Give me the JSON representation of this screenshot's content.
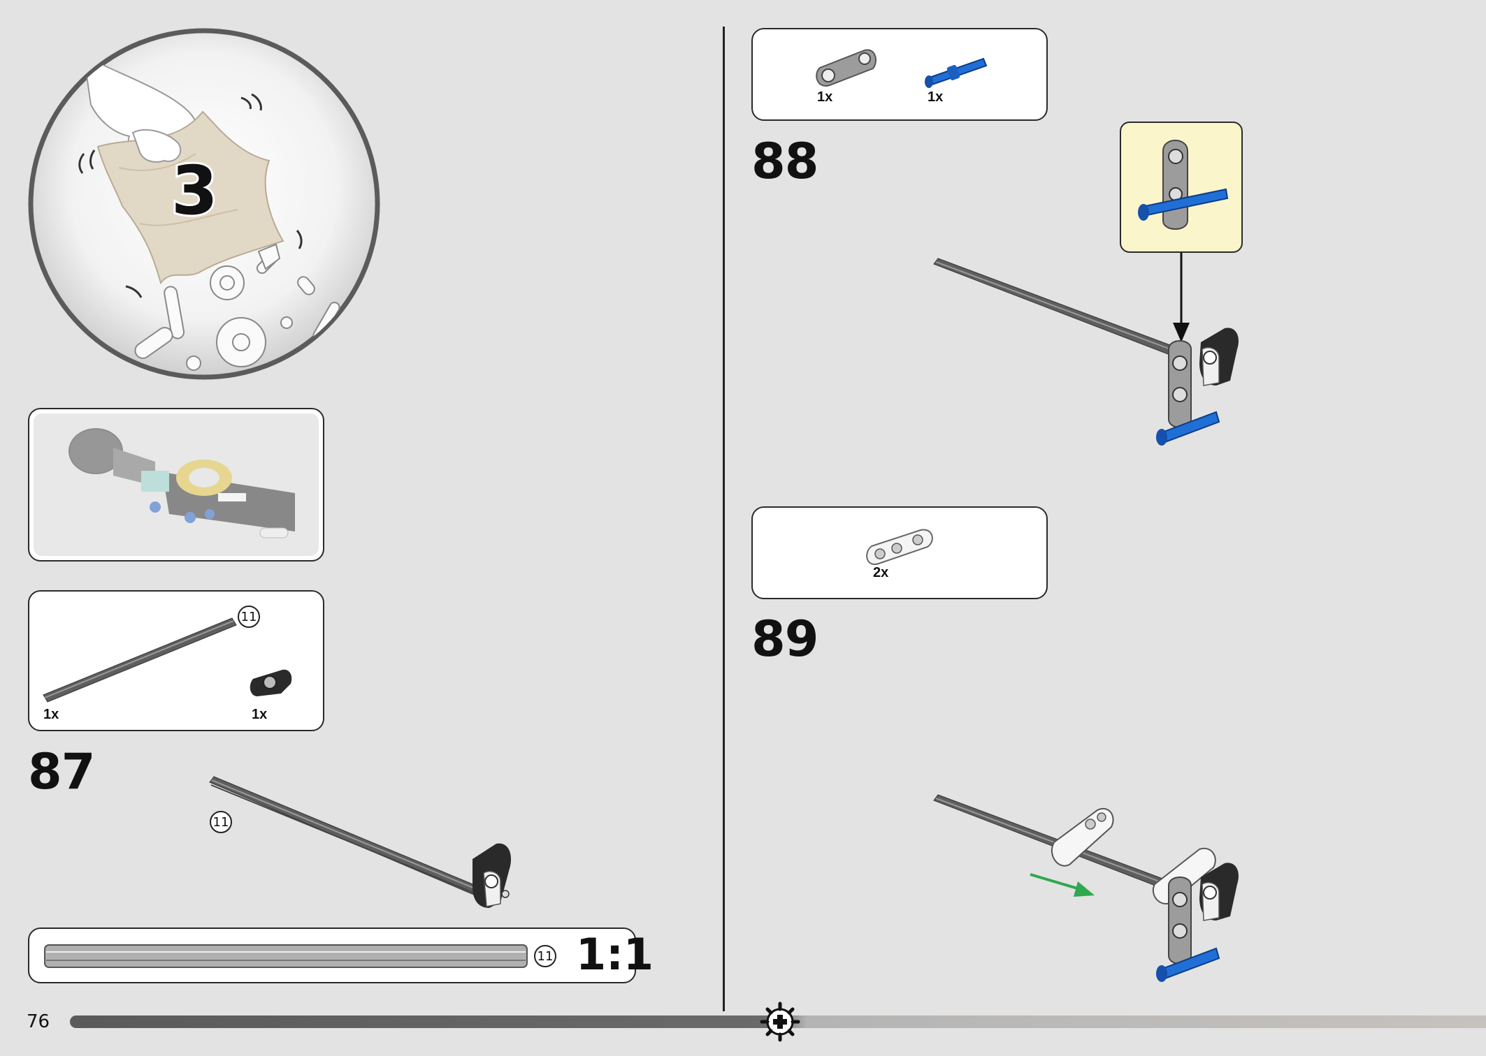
{
  "page": {
    "number": "76"
  },
  "bag": {
    "number": "3"
  },
  "steps": [
    {
      "number": "87",
      "parts": [
        {
          "qty": "1x",
          "callout": "11"
        },
        {
          "qty": "1x"
        }
      ],
      "callout": "11"
    },
    {
      "number": "88",
      "parts": [
        {
          "qty": "1x"
        },
        {
          "qty": "1x"
        }
      ]
    },
    {
      "number": "89",
      "parts": [
        {
          "qty": "2x"
        }
      ]
    }
  ],
  "ruler": {
    "callout": "11",
    "scale": "1:1"
  },
  "colors": {
    "background": "#e3e3e3",
    "axle_gray": "#5a5a5a",
    "pin_blue": "#1f6fd6",
    "callout_bg": "#fbf5cc",
    "arrow_green": "#2fa84f"
  },
  "icons": [
    "bag-hand-icon",
    "gear-icon",
    "axle-icon",
    "beam-icon",
    "pin-icon",
    "connector-icon"
  ]
}
